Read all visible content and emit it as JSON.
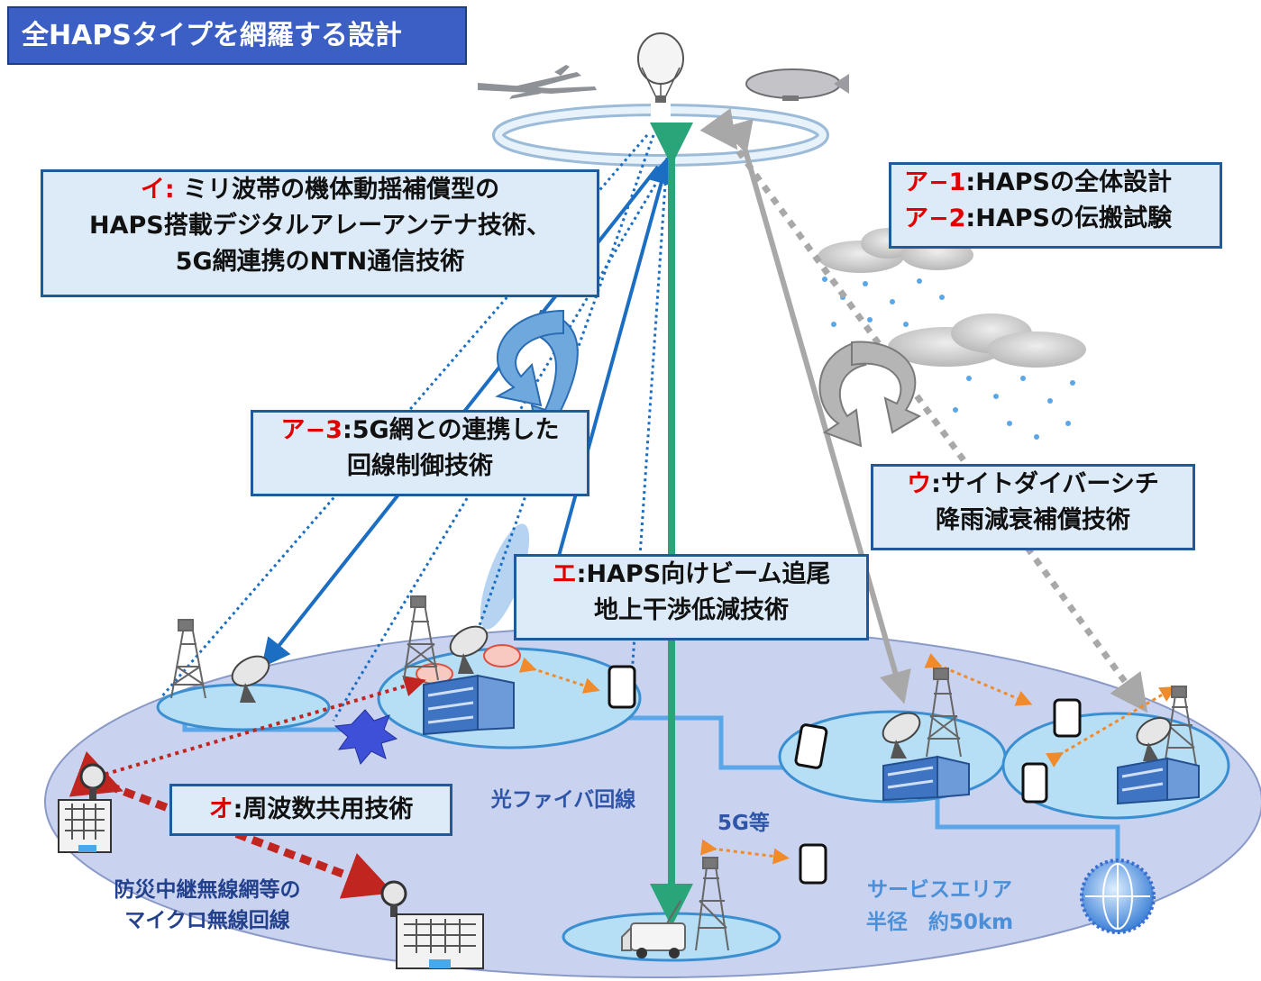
{
  "title": "全HAPSタイプを網羅する設計",
  "labels": {
    "i": {
      "code": "イ:",
      "lines": [
        "ミリ波帯の機体動揺補償型の",
        "HAPS搭載デジタルアレーアンテナ技術、",
        "5G網連携のNTN通信技術"
      ]
    },
    "a12": {
      "code1": "ア−1",
      "text1": ":HAPSの全体設計",
      "code2": "ア−2",
      "text2": ":HAPSの伝搬試験"
    },
    "a3": {
      "code": "ア−3",
      "line1": ":5G網との連携した",
      "line2": "回線制御技術"
    },
    "u": {
      "code": "ウ",
      "line1": ":サイトダイバーシチ",
      "line2": "降雨減衰補償技術"
    },
    "e": {
      "code": "エ",
      "line1": ":HAPS向けビーム追尾",
      "line2": "地上干渉低減技術"
    },
    "o": {
      "code": "オ",
      "text": ":周波数共用技術"
    }
  },
  "plain_text": {
    "fiber": "光ファイバ回線",
    "fiveg": "5G等",
    "service1": "サービスエリア",
    "service2": "半径　約50km",
    "micro1": "防災中継無線網等の",
    "micro2": "マイクロ無線回線"
  },
  "colors": {
    "label_bg": "#dcebf7",
    "label_border": "#1f5a9a",
    "code_red": "#e00000",
    "title_bg": "#3b5fc4",
    "service_area": "#c9d3ef",
    "cell_fill": "#b6dff5",
    "fiber": "#5aa6e8",
    "green_link": "#2aa57a",
    "blue_link": "#1b6ec2",
    "gray_link": "#a8a8a8",
    "red_dotted": "#c0261f",
    "orange_dotted": "#f08a2b"
  },
  "icons": [
    "airplane-icon",
    "balloon-icon",
    "airship-icon",
    "rain-cloud-icon",
    "tower-icon",
    "dish-antenna-icon",
    "building-icon",
    "smartphone-icon",
    "relay-vehicle-icon",
    "globe-icon",
    "interference-star-icon"
  ]
}
